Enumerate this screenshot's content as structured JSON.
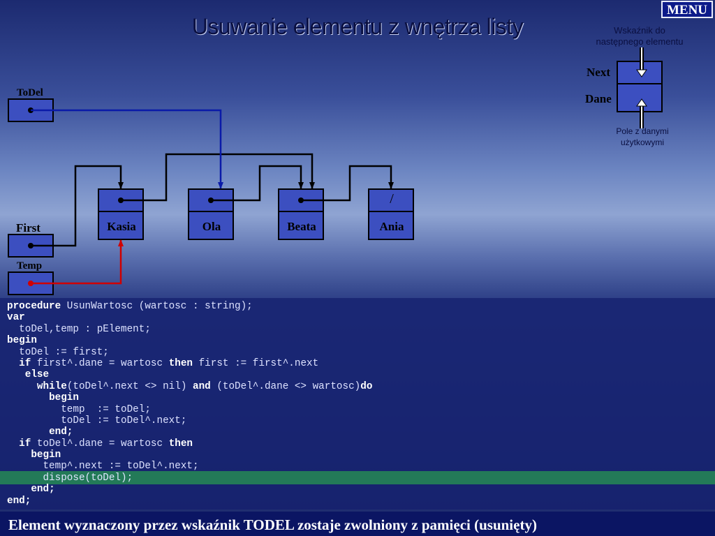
{
  "menu_label": "MENU",
  "title": "Usuwanie elementu z wnętrza listy",
  "legend": {
    "pointer_caption_line1": "Wskaźnik do",
    "pointer_caption_line2": "następnego elementu",
    "next_label": "Next",
    "data_label": "Dane",
    "data_caption_line1": "Pole z danymi",
    "data_caption_line2": "użytkowymi"
  },
  "pointers": {
    "todel": "ToDel",
    "first": "First",
    "temp": "Temp"
  },
  "nodes": [
    {
      "data": "Kasia",
      "next": ""
    },
    {
      "data": "Ola",
      "next": ""
    },
    {
      "data": "Beata",
      "next": ""
    },
    {
      "data": "Ania",
      "next": "/"
    }
  ],
  "code_lines": [
    [
      {
        "t": "procedure",
        "k": true
      },
      {
        "t": " UsunWartosc (wartosc : string);"
      }
    ],
    [
      {
        "t": "var",
        "k": true
      }
    ],
    [
      {
        "t": "  toDel,temp : pElement;"
      }
    ],
    [
      {
        "t": "begin",
        "k": true
      }
    ],
    [
      {
        "t": "  toDel := first;"
      }
    ],
    [
      {
        "t": "  "
      },
      {
        "t": "if",
        "k": true
      },
      {
        "t": " first^.dane = wartosc "
      },
      {
        "t": "then",
        "k": true
      },
      {
        "t": " first := first^.next"
      }
    ],
    [
      {
        "t": "   "
      },
      {
        "t": "else",
        "k": true
      }
    ],
    [
      {
        "t": "     "
      },
      {
        "t": "while",
        "k": true
      },
      {
        "t": "(toDel^.next <> nil) "
      },
      {
        "t": "and",
        "k": true
      },
      {
        "t": " (toDel^.dane <> wartosc)"
      },
      {
        "t": "do",
        "k": true
      }
    ],
    [
      {
        "t": "       "
      },
      {
        "t": "begin",
        "k": true
      }
    ],
    [
      {
        "t": "         temp  := toDel;"
      }
    ],
    [
      {
        "t": "         toDel := toDel^.next;"
      }
    ],
    [
      {
        "t": "       "
      },
      {
        "t": "end;",
        "k": true
      }
    ],
    [
      {
        "t": "  "
      },
      {
        "t": "if",
        "k": true
      },
      {
        "t": " toDel^.dane = wartosc "
      },
      {
        "t": "then",
        "k": true
      }
    ],
    [
      {
        "t": "    "
      },
      {
        "t": "begin",
        "k": true
      }
    ],
    [
      {
        "t": "      temp^.next := toDel^.next;"
      }
    ],
    [
      {
        "t": "      dispose(toDel);"
      }
    ],
    [
      {
        "t": "    "
      },
      {
        "t": "end;",
        "k": true
      }
    ],
    [
      {
        "t": "end;",
        "k": true
      }
    ]
  ],
  "highlighted_line": 15,
  "footer": "Element wyznaczony przez wskaźnik TODEL zostaje zwolniony z pamięci (usunięty)"
}
